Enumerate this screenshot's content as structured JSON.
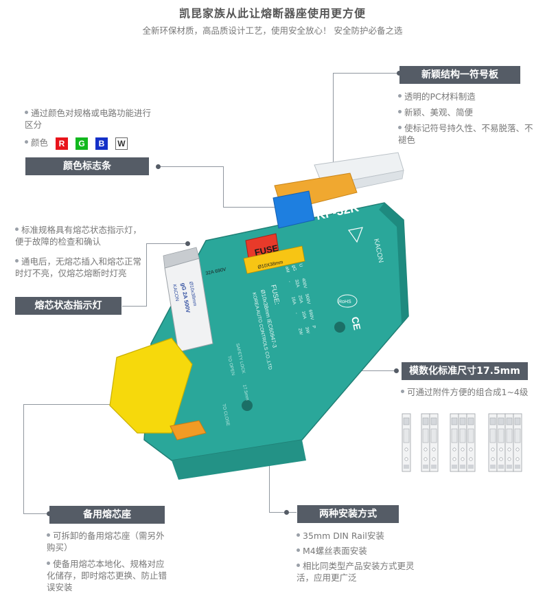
{
  "header": {
    "title": "凯昆家族从此让熔断器座使用更方便",
    "subtitle": "全新环保材质，高品质设计工艺，使用安全放心！ 安全防护必备之选"
  },
  "color_strip": {
    "bullet": "通过颜色对规格或电路功能进行区分",
    "colors_label": "颜色",
    "swatches": [
      {
        "text": "R",
        "color": "#e8141b"
      },
      {
        "text": "G",
        "color": "#12b81e"
      },
      {
        "text": "B",
        "color": "#1430c8"
      },
      {
        "text": "W",
        "color": "#ffffff"
      }
    ],
    "label": "颜色标志条"
  },
  "fuse_indicator": {
    "bullets": [
      "标准规格具有熔芯状态指示灯，便于故障的检查和确认",
      "通电后，无熔芯插入和熔芯正常时灯不亮，仅熔芯熔断时灯亮"
    ],
    "label": "熔芯状态指示灯"
  },
  "symbol_board": {
    "label": "新颖结构一符号板",
    "bullets": [
      "透明的PC材料制造",
      "新颖、美观、简便",
      "使标记符号持久性、不易脱落、不褪色"
    ]
  },
  "modular": {
    "label": "模数化标准尺寸17.5mm",
    "bullet": "可通过附件方便的组合成1~4级"
  },
  "spare_fuse": {
    "label": "备用熔芯座",
    "bullets": [
      "可拆卸的备用熔芯座（需另外购买）",
      "使备用熔芯本地化、规格对应化储存，即时熔芯更换、防止错误安装"
    ]
  },
  "mounting": {
    "label": "两种安装方式",
    "bullets": [
      "35mm DIN Rail安装",
      "M4螺丝表面安装",
      "相比同类型产品安装方式更灵活，应用更广泛"
    ]
  },
  "product": {
    "model": "KF-32K",
    "fuse_word": "FUSE",
    "fuse_spec": "Ø10X38mm",
    "brand": "KACON",
    "spec_line1": "FUSE:",
    "spec_line2": "Ø10x38mm IEC60947-3",
    "spec_line3": "KOREA AUTO CONTROLS CO.,LTD",
    "table_headers": [
      "U",
      "400V",
      "500V",
      "690V",
      "P"
    ],
    "table_row1": [
      "gG",
      "32A",
      "25A",
      "10A",
      "3W"
    ],
    "table_row2": [
      "aM",
      "-",
      "16A",
      "-",
      "2W"
    ],
    "rohs": "RoHS",
    "ce": "CE",
    "cartridge_text": "gG 2A 500V",
    "cartridge_spec": "Ø10x38mm",
    "cartridge_brand": "KACON",
    "label_rating": "32A 690V",
    "side_text1": "SAFETY LOCK",
    "side_text2": "TO OPEN",
    "side_text3": "TO CLOSE",
    "dim": "17.5mm"
  }
}
